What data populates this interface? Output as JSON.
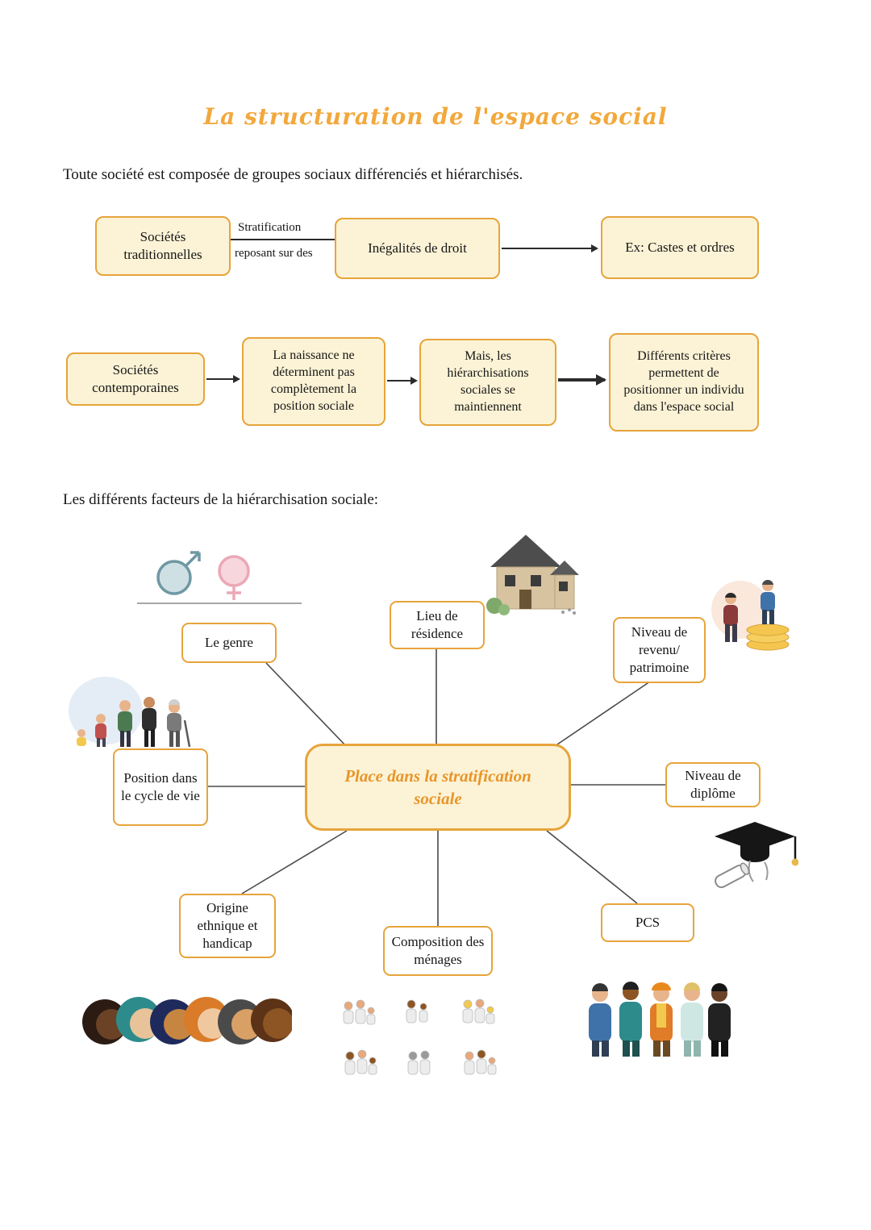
{
  "page": {
    "title": "La structuration de l'espace social",
    "intro": "Toute société est composée de groupes sociaux différenciés et hiérarchisés.",
    "factors_heading": "Les différents facteurs de la hiérarchisation sociale:"
  },
  "flowchart_top": {
    "box_traditional": "Sociétés traditionnelles",
    "connector_label_top": "Stratification",
    "connector_label_bottom": "reposant sur des",
    "box_inequalities": "Inégalités de droit",
    "box_example": "Ex: Castes et ordres"
  },
  "flowchart_bottom": {
    "box_contemporary": "Sociétés contemporaines",
    "box_birth": "La naissance ne déterminent pas complètement la position sociale",
    "box_hierarchies": "Mais, les hiérarchisations sociales se maintiennent",
    "box_criteria": "Différents critères permettent de positionner un individu dans l'espace social"
  },
  "mindmap": {
    "center": "Place dans la stratification sociale",
    "nodes": [
      {
        "label": "Le genre"
      },
      {
        "label": "Lieu de résidence"
      },
      {
        "label": "Niveau de revenu/ patrimoine"
      },
      {
        "label": "Position dans le cycle de vie"
      },
      {
        "label": "Niveau de diplôme"
      },
      {
        "label": "Origine ethnique et handicap"
      },
      {
        "label": "Composition des ménages"
      },
      {
        "label": "PCS"
      }
    ]
  },
  "colors": {
    "accent_orange": "#E7A43B",
    "box_fill": "#FCF3D6",
    "title_orange": "#F2A83C",
    "center_text_orange": "#E8952A"
  }
}
